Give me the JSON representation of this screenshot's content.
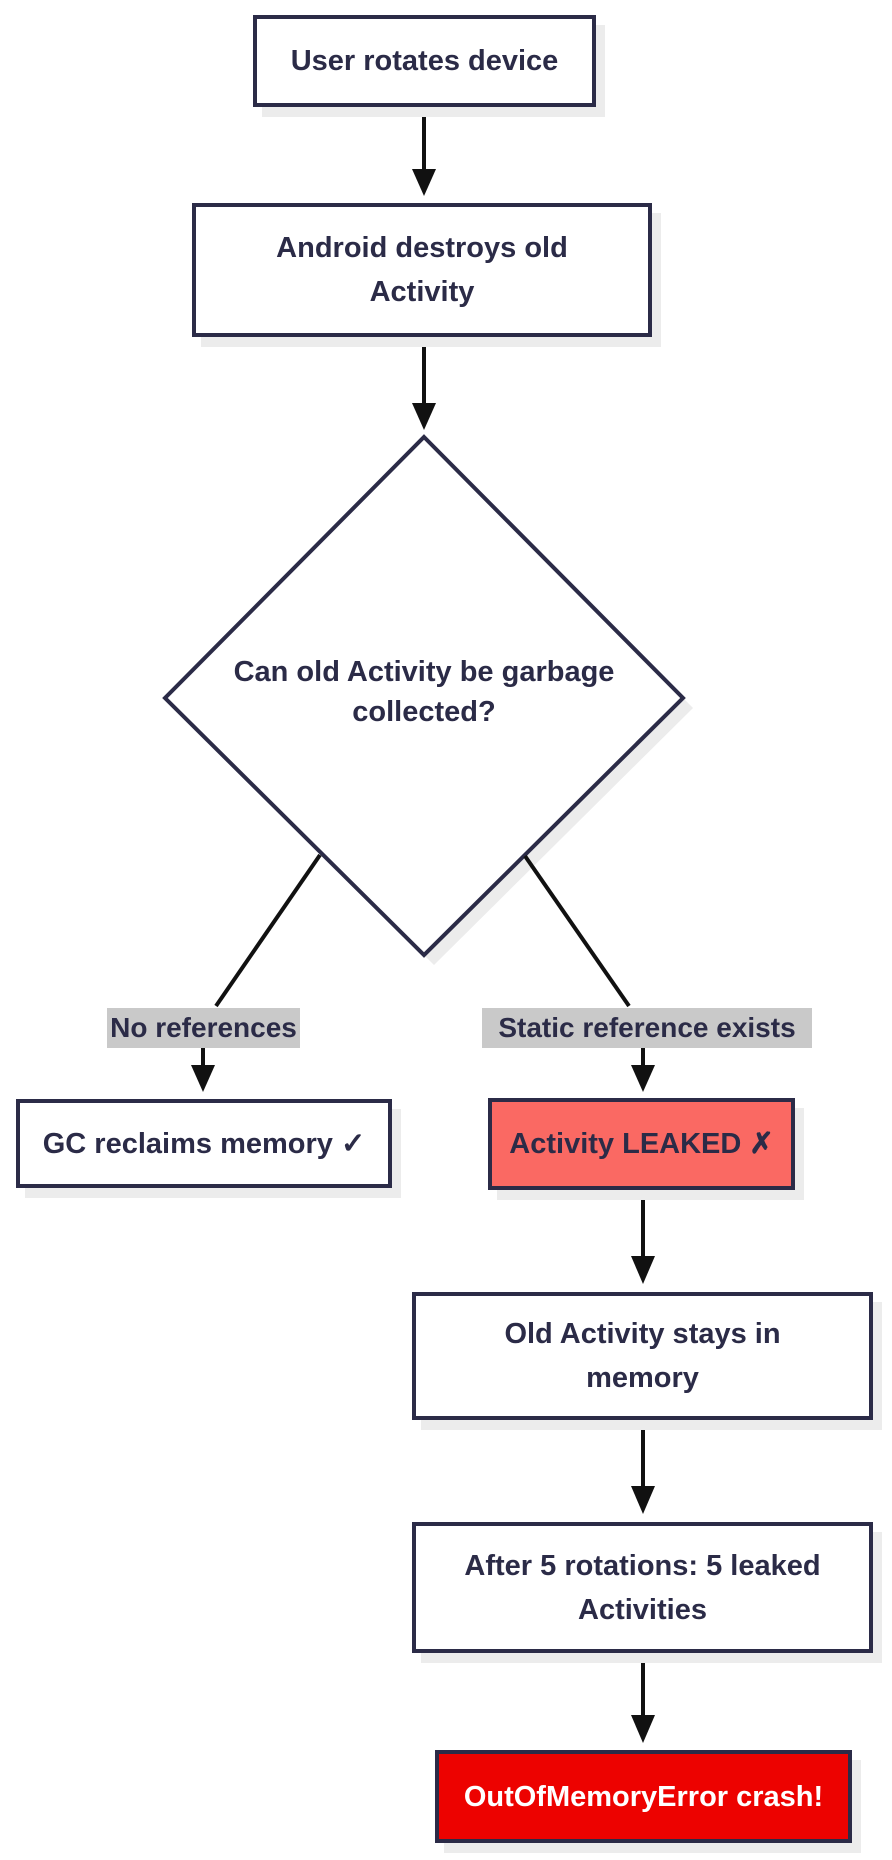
{
  "flowchart": {
    "nodes": {
      "user_rotates": {
        "line1": "User rotates device"
      },
      "android_destroys": {
        "line1": "Android destroys old",
        "line2": "Activity"
      },
      "gc_question": {
        "line1": "Can old Activity be garbage",
        "line2": "collected?"
      },
      "gc_reclaims": {
        "line1": "GC reclaims memory ✓"
      },
      "activity_leaked": {
        "line1": "Activity LEAKED ✗"
      },
      "old_activity": {
        "line1": "Old Activity stays in",
        "line2": "memory"
      },
      "after_rotations": {
        "line1": "After 5 rotations: 5 leaked",
        "line2": "Activities"
      },
      "oom_crash": {
        "line1": "OutOfMemoryError crash!"
      }
    },
    "edge_labels": {
      "left": "No references",
      "right": "Static reference exists"
    },
    "icons": {
      "success_check": "✓",
      "failure_cross": "✗"
    },
    "colors": {
      "ink": "#2b2b47",
      "arrow": "#111111",
      "node_bg": "#ffffff",
      "edge_label_bg": "#c9c9c9",
      "leaked_bg": "#fa6963",
      "crash_bg": "#ed0200",
      "crash_text": "#ffffff",
      "shadow": "#ececec"
    }
  }
}
